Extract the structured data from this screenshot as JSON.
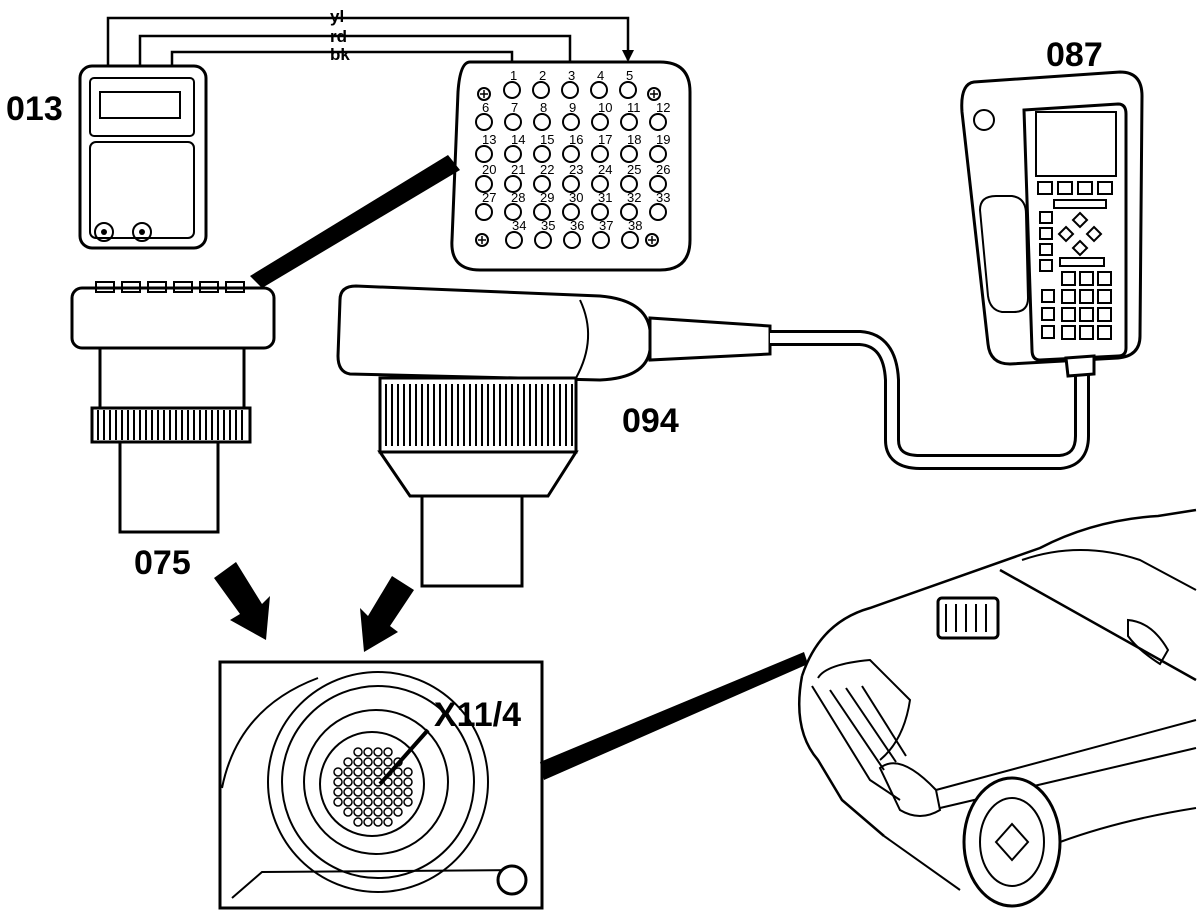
{
  "labels": {
    "multimeter": "013",
    "socket_box": "075",
    "adapter": "094",
    "tester": "087",
    "connector": "X11/4"
  },
  "wires": [
    {
      "label": "yl"
    },
    {
      "label": "rd"
    },
    {
      "label": "bk"
    }
  ],
  "pin_labels": [
    "1",
    "2",
    "3",
    "4",
    "5",
    "6",
    "7",
    "8",
    "9",
    "10",
    "11",
    "12",
    "13",
    "14",
    "15",
    "16",
    "17",
    "18",
    "19",
    "20",
    "21",
    "22",
    "23",
    "24",
    "25",
    "26",
    "27",
    "28",
    "29",
    "30",
    "31",
    "32",
    "33",
    "34",
    "35",
    "36",
    "37",
    "38"
  ]
}
